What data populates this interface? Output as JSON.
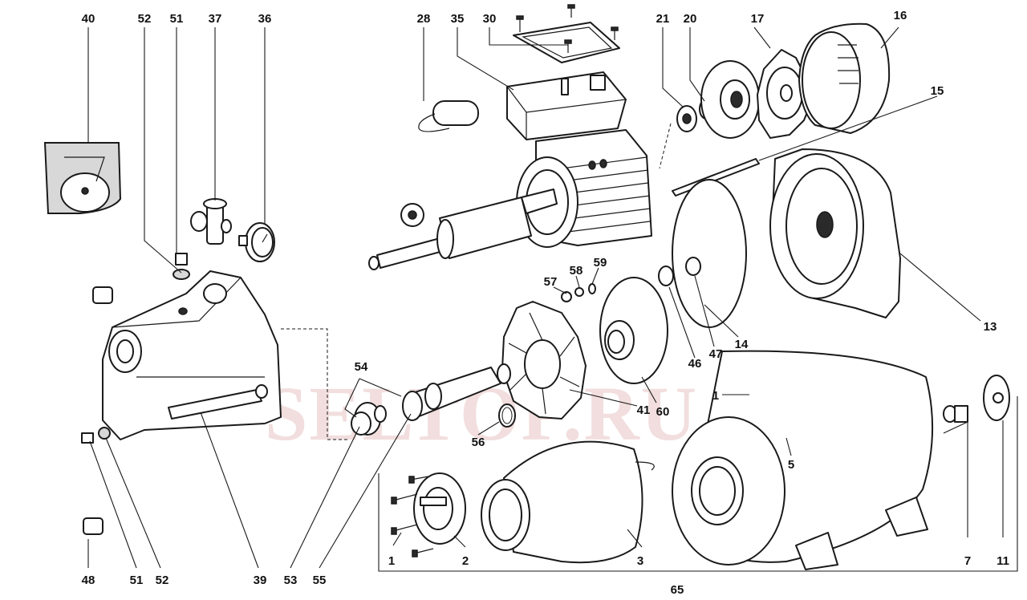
{
  "watermark": "SELTOP.RU",
  "labels": {
    "p40": "40",
    "p52a": "52",
    "p51a": "51",
    "p37": "37",
    "p36": "36",
    "p28": "28",
    "p35": "35",
    "p30": "30",
    "p21": "21",
    "p20": "20",
    "p17": "17",
    "p16": "16",
    "p15": "15",
    "p13": "13",
    "p14": "14",
    "p47": "47",
    "p46": "46",
    "p57": "57",
    "p58": "58",
    "p59": "59",
    "p54": "54",
    "p41": "41",
    "p60": "60",
    "p56": "56",
    "p1a": "1",
    "p5": "5",
    "p7": "7",
    "p11": "11",
    "p1b": "1",
    "p2": "2",
    "p3": "3",
    "p65": "65",
    "p48": "48",
    "p51b": "51",
    "p52b": "52",
    "p39": "39",
    "p53": "53",
    "p55": "55"
  }
}
